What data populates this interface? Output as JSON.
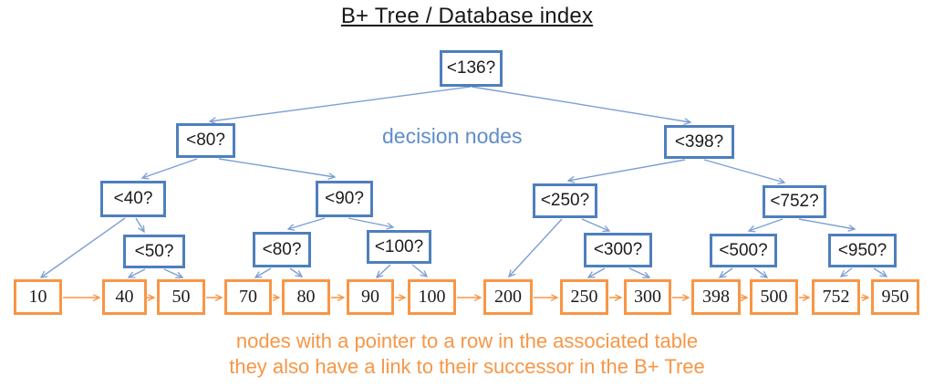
{
  "title": "B+ Tree / Database index",
  "labels": {
    "decision_nodes_annotation": "decision nodes",
    "leaf_caption_line1": "nodes with a pointer to a row in the associated table",
    "leaf_caption_line2": "they also have a link to their successor in the B+ Tree"
  },
  "colors": {
    "decision_border_blue": "#4e7fbd",
    "connector_blue": "#7b9fd4",
    "leaf_border_orange": "#f79646",
    "caption_orange": "#f79646",
    "annotation_blue": "#5f8dca",
    "node_text": "#1c1c1c"
  },
  "decision_nodes": [
    {
      "label": "<136?"
    },
    {
      "label": "<80?"
    },
    {
      "label": "<398?"
    },
    {
      "label": "<40?"
    },
    {
      "label": "<90?"
    },
    {
      "label": "<250?"
    },
    {
      "label": "<752?"
    },
    {
      "label": "<50?"
    },
    {
      "label": "<80?"
    },
    {
      "label": "<100?"
    },
    {
      "label": "<300?"
    },
    {
      "label": "<500?"
    },
    {
      "label": "<950?"
    }
  ],
  "leaf_nodes": [
    {
      "label": "10"
    },
    {
      "label": "40"
    },
    {
      "label": "50"
    },
    {
      "label": "70"
    },
    {
      "label": "80"
    },
    {
      "label": "90"
    },
    {
      "label": "100"
    },
    {
      "label": "200"
    },
    {
      "label": "250"
    },
    {
      "label": "300"
    },
    {
      "label": "398"
    },
    {
      "label": "500"
    },
    {
      "label": "752"
    },
    {
      "label": "950"
    }
  ]
}
